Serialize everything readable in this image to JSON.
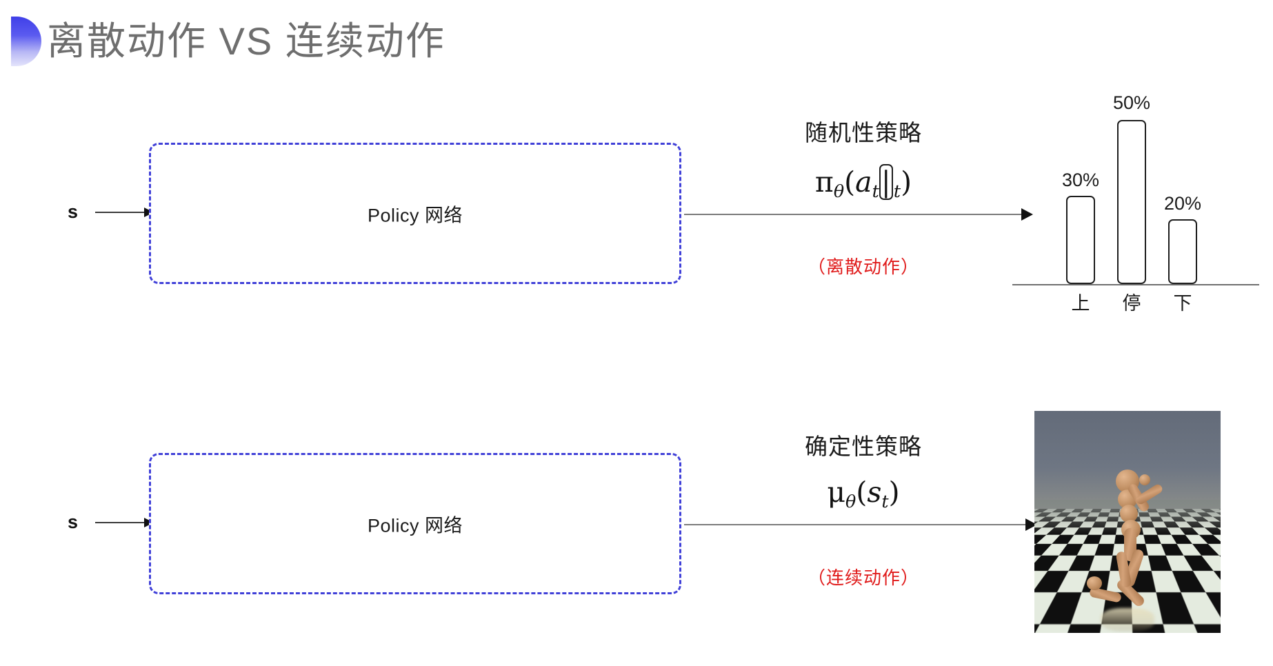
{
  "slide": {
    "title": "离散动作 VS 连续动作",
    "accent_color": "#4040d8",
    "note_color": "#e01b1b",
    "title_color": "#6e6e6e"
  },
  "rows": [
    {
      "input_label": "s",
      "box_label": "Policy 网络",
      "policy_name": "随机性策略",
      "formula_plain": "πθ(at|st)",
      "action_note": "（离散动作）",
      "output_kind": "bar-chart"
    },
    {
      "input_label": "s",
      "box_label": "Policy 网络",
      "policy_name": "确定性策略",
      "formula_plain": "μθ(st)",
      "action_note": "（连续动作）",
      "output_kind": "humanoid-sim"
    }
  ],
  "chart_data": {
    "type": "bar",
    "title": "",
    "categories": [
      "上",
      "停",
      "下"
    ],
    "values": [
      30,
      50,
      20
    ],
    "value_labels": [
      "30%",
      "50%",
      "20%"
    ],
    "ylabel": "",
    "xlabel": "",
    "ylim": [
      0,
      60
    ],
    "grid": false,
    "legend": "none",
    "bar_fill": "#ffffff",
    "bar_stroke": "#1d1d1d",
    "axis_color": "#6f6f6f"
  },
  "sim": {
    "alt": "MuJoCo humanoid on checkerboard floor",
    "sky_color": "#6a727f",
    "body_color": "#c08f63",
    "floor_light": "#e8efe2",
    "floor_dark": "#0b0b0b"
  }
}
